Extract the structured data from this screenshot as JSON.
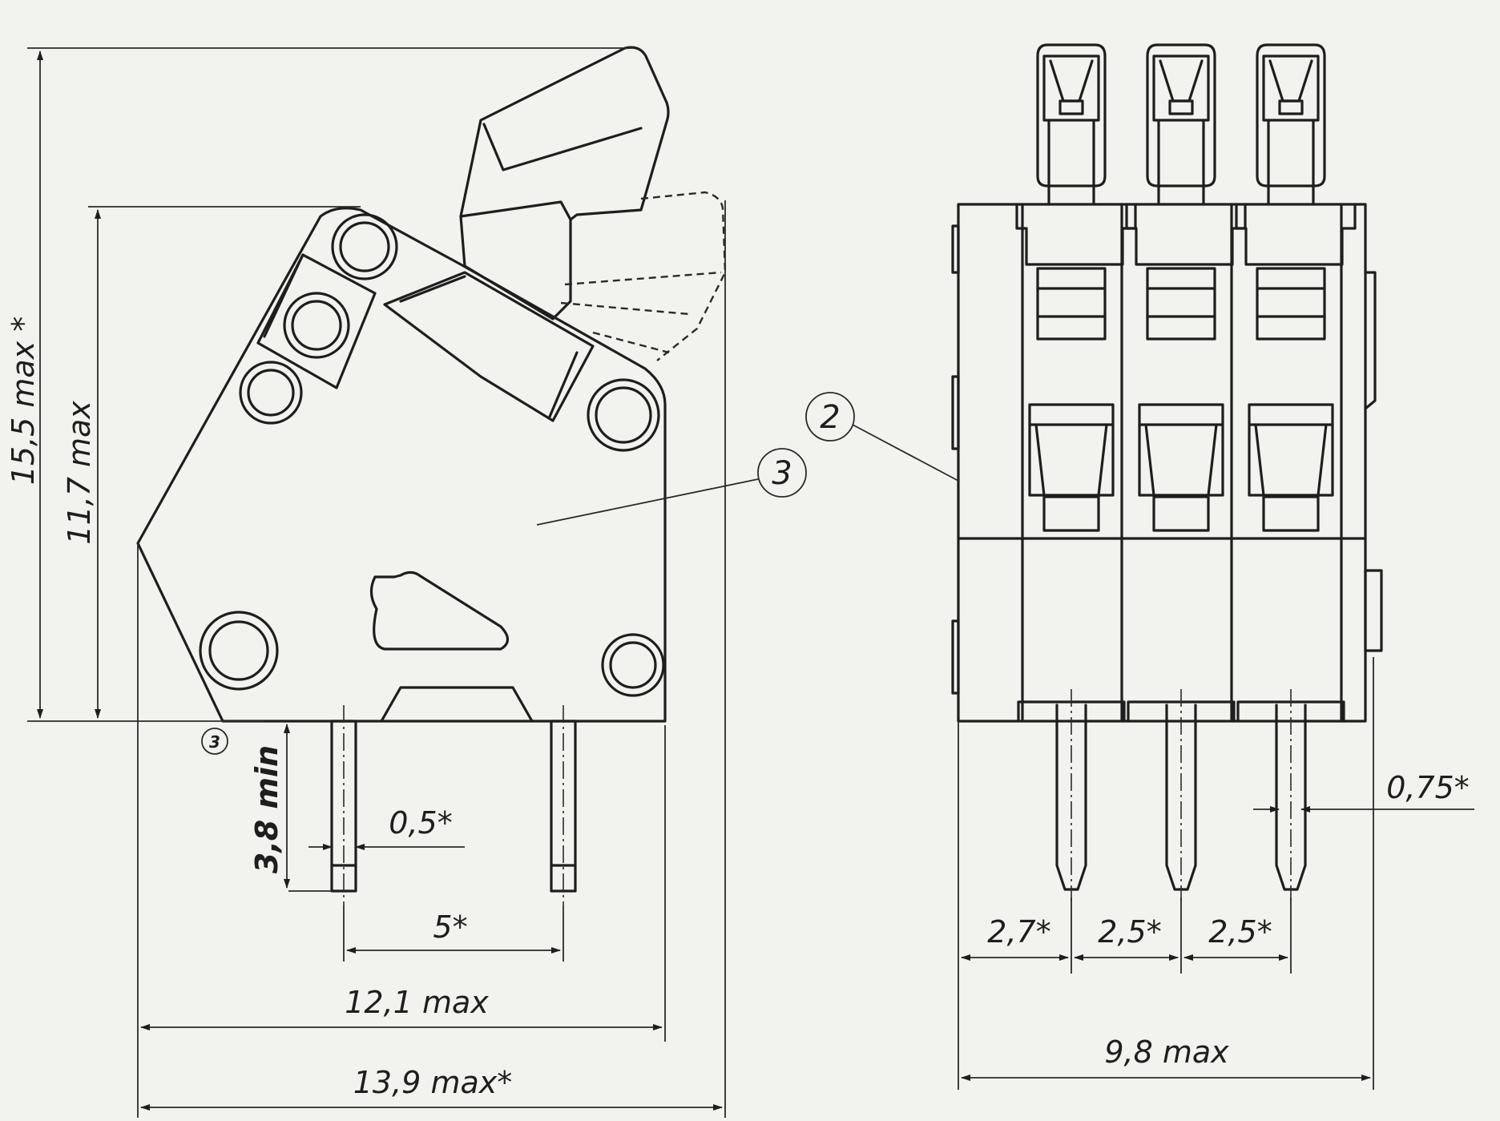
{
  "dimensions": {
    "total_height": "15,5 max *",
    "body_height": "11,7 max",
    "pin_length": "3,8 min",
    "pin_width_side": "0,5*",
    "pin_pitch_side": "5*",
    "body_width": "12,1 max",
    "overall_width": "13,9 max*",
    "pin_width_front": "0,75*",
    "pitch_first": "2,7*",
    "pitch_second": "2,5*",
    "pitch_third": "2,5*",
    "front_width": "9,8 max"
  },
  "callouts": {
    "housing": "3",
    "front_part": "2",
    "note_mark": "3"
  }
}
